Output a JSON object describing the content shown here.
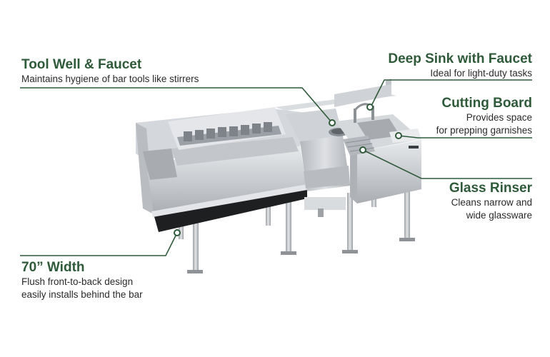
{
  "callouts": {
    "tool_well": {
      "title": "Tool Well & Faucet",
      "desc1": "Maintains hygiene of bar tools like stirrers"
    },
    "deep_sink": {
      "title": "Deep Sink with Faucet",
      "desc1": "Ideal for light-duty tasks"
    },
    "cutting_board": {
      "title": "Cutting Board",
      "desc1": "Provides space",
      "desc2": "for prepping garnishes"
    },
    "glass_rinser": {
      "title": "Glass Rinser",
      "desc1": "Cleans narrow and",
      "desc2": "wide glassware"
    },
    "width": {
      "title": "70” Width",
      "desc1": "Flush front-to-back design",
      "desc2": "easily installs behind the bar"
    }
  },
  "colors": {
    "accent": "#2f5a3a",
    "text": "#2a2a2a",
    "steel": "#c4c7ca"
  }
}
